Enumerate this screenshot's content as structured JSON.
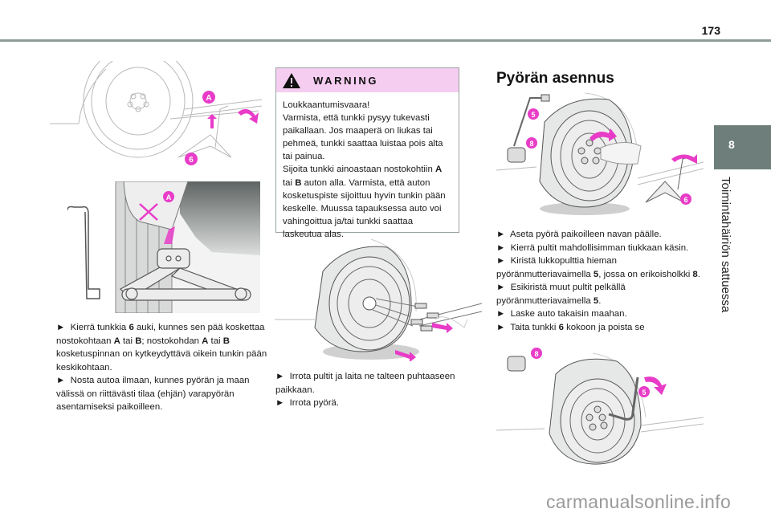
{
  "page": {
    "number": "173",
    "chapter_number": "8",
    "chapter_title": "Toimintahäiriön sattuessa",
    "watermark": "carmanualsonline.info"
  },
  "left_column": {
    "figure1": {
      "labels": [
        "A",
        "6"
      ]
    },
    "figure2": {
      "labels": [
        "A"
      ]
    },
    "steps": [
      {
        "bullet": "►",
        "parts": [
          "Kierrä tunkkia ",
          "6",
          " auki, kunnes sen pää koskettaa nostokohtaan ",
          "A",
          " tai ",
          "B",
          "; nostokohdan ",
          "A",
          " tai ",
          "B",
          " kosketuspinnan on kytkeydyttävä oikein tunkin pään keskikohtaan."
        ]
      },
      {
        "bullet": "►",
        "text": "Nosta autoa ilmaan, kunnes pyörän ja maan välissä on riittävästi tilaa (ehjän) varapyörän asentamiseksi paikoilleen."
      }
    ]
  },
  "middle_column": {
    "warning": {
      "title": "WARNING",
      "icon": "warning-triangle-icon",
      "lines": [
        "Loukkaantumisvaara!",
        "Varmista, että tunkki pysyy tukevasti paikallaan. Jos maaperä on liukas tai pehmeä, tunkki saattaa luistaa pois alta tai painua.",
        "Sijoita tunkki ainoastaan nostokohtiin A tai B auton alla. Varmista, että auton kosketuspiste sijoittuu hyvin tunkin pään keskelle. Muussa tapauksessa auto voi vahingoittua ja/tai tunkki saattaa laskeutua alas."
      ],
      "bold_A": "A",
      "bold_B": "B",
      "line3_pre": "Sijoita tunkki ainoastaan nostokohtiin ",
      "line3_mid": " tai ",
      "line3_post": " auton alla. Varmista, että auton kosketuspiste sijoittuu hyvin tunkin pään keskelle. Muussa tapauksessa auto voi vahingoittua ja/tai tunkki saattaa laskeutua alas."
    },
    "steps": [
      {
        "bullet": "►",
        "text": "Irrota pultit ja laita ne talteen puhtaaseen paikkaan."
      },
      {
        "bullet": "►",
        "text": "Irrota pyörä."
      }
    ]
  },
  "right_column": {
    "title": "Pyörän asennus",
    "figure1": {
      "labels": [
        "5",
        "8",
        "6"
      ]
    },
    "steps": [
      {
        "bullet": "►",
        "text": "Aseta pyörä paikoilleen navan päälle."
      },
      {
        "bullet": "►",
        "text": "Kierrä pultit mahdollisimman tiukkaan käsin."
      },
      {
        "bullet": "►",
        "pre": "Kiristä lukkopulttia hieman pyöränmutteriavaimella ",
        "b1": "5",
        "mid": ", jossa on erikoisholkki ",
        "b2": "8",
        "post": "."
      },
      {
        "bullet": "►",
        "pre": "Esikiristä muut pultit pelkällä pyöränmutteriavaimella ",
        "b1": "5",
        "post": "."
      },
      {
        "bullet": "►",
        "text": "Laske auto takaisin maahan."
      },
      {
        "bullet": "►",
        "pre": "Taita tunkki ",
        "b1": "6",
        "post": " kokoon ja poista se"
      }
    ],
    "figure2": {
      "labels": [
        "8",
        "5"
      ]
    }
  },
  "colors": {
    "accent_magenta": "#e83cc8",
    "warning_header": "#f5cdf0",
    "chapter_tab": "#6e7f7b",
    "header_rule": "#8e9c99"
  }
}
